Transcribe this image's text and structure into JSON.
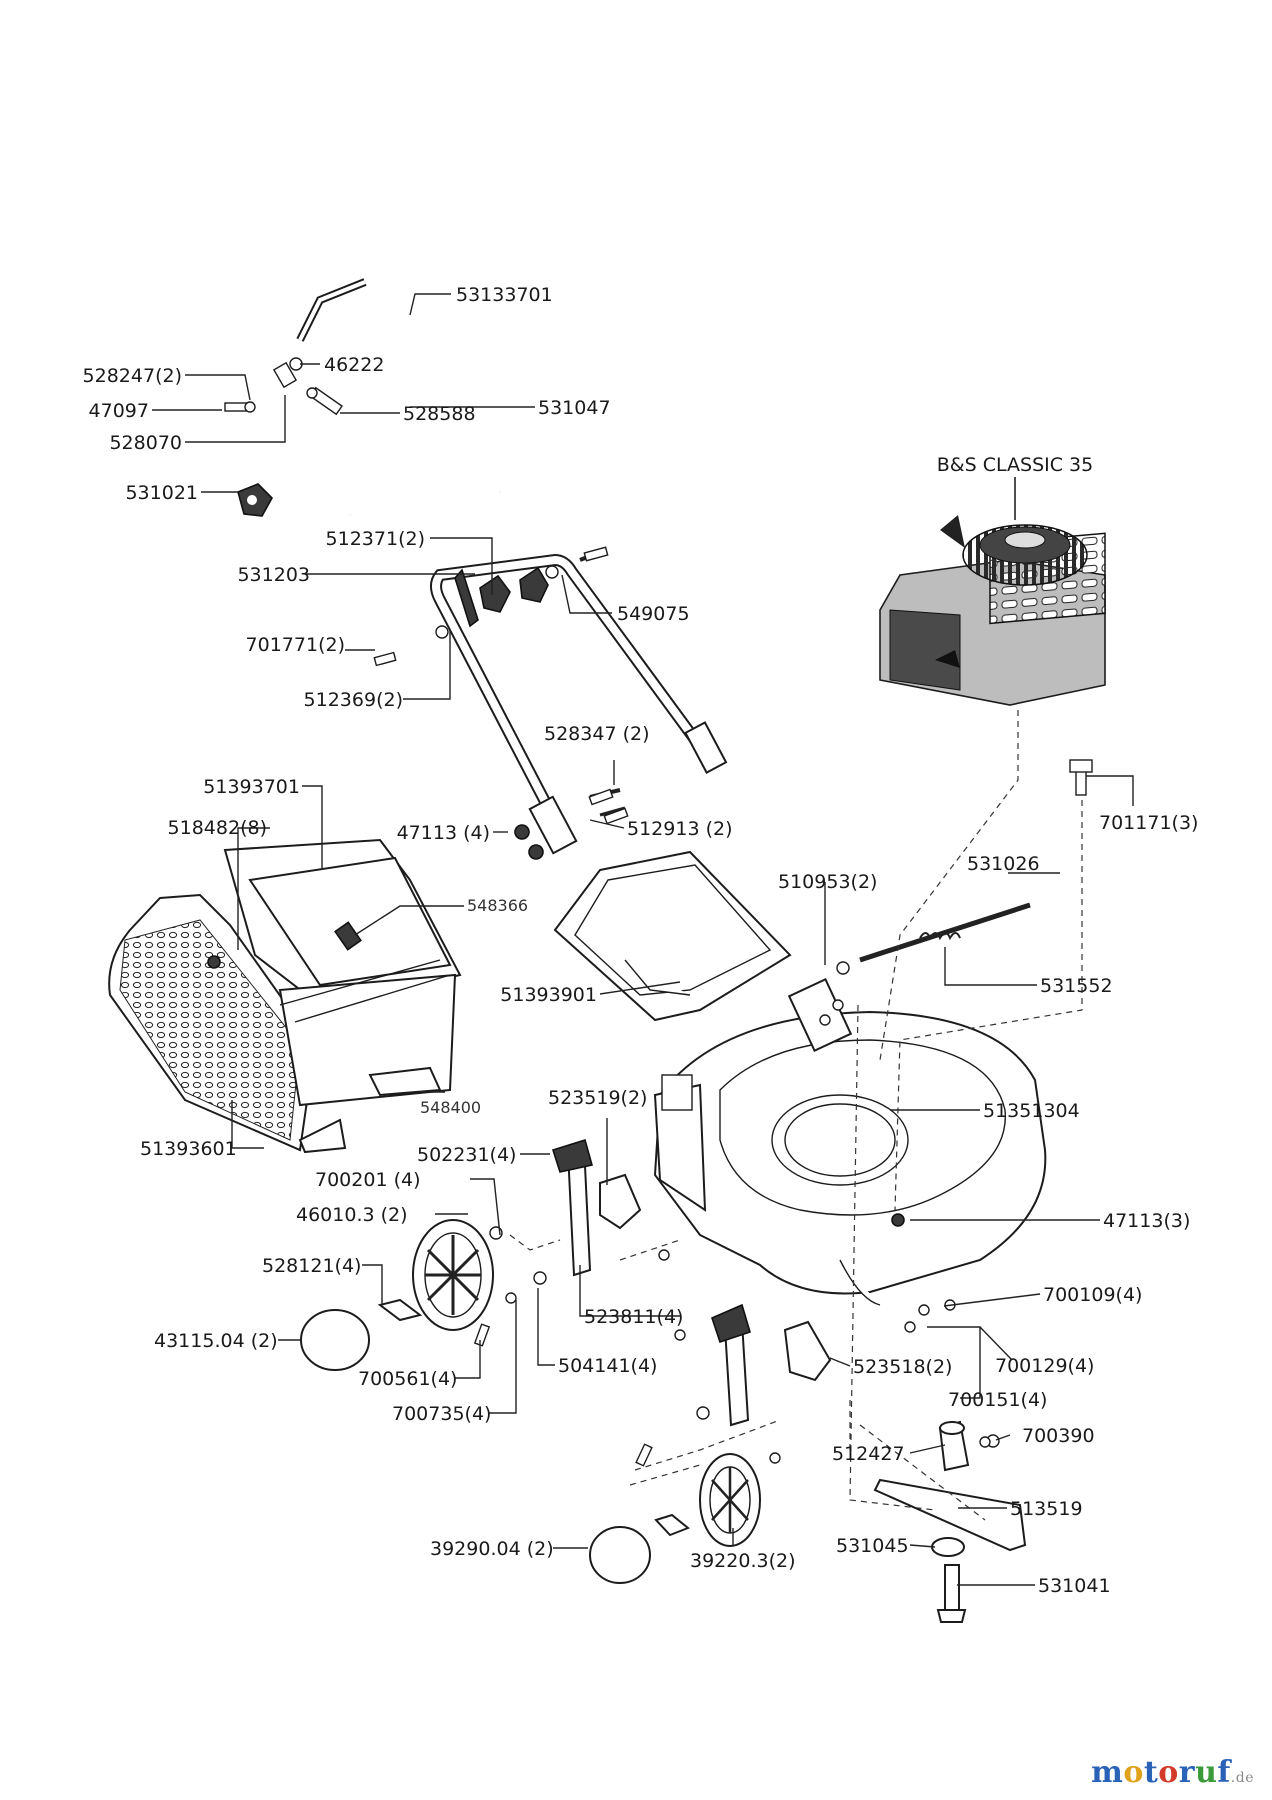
{
  "engine_label": "B&S CLASSIC 35",
  "watermark": {
    "letters": [
      {
        "ch": "m",
        "color": "#2a62b8"
      },
      {
        "ch": "o",
        "color": "#e0a21a"
      },
      {
        "ch": "t",
        "color": "#2a62b8"
      },
      {
        "ch": "o",
        "color": "#d23a2a"
      },
      {
        "ch": "r",
        "color": "#2a62b8"
      },
      {
        "ch": "u",
        "color": "#3a9a3a"
      },
      {
        "ch": "f",
        "color": "#2a62b8"
      }
    ],
    "suffix": ".de"
  },
  "parts": [
    "53133701",
    "528247(2)",
    "46222",
    "47097",
    "528588",
    "531047",
    "528070",
    "531021",
    "512371(2)",
    "531203",
    "549075",
    "701771(2)",
    "512369(2)",
    "528347 (2)",
    "51393701",
    "518482(8)",
    "47113 (4)",
    "512913 (2)",
    "548366",
    "51393901",
    "510953(2)",
    "531026",
    "701171(3)",
    "531552",
    "548400",
    "51393601",
    "523519(2)",
    "502231(4)",
    "51351304",
    "700201 (4)",
    "46010.3 (2)",
    "47113(3)",
    "528121(4)",
    "523811(4)",
    "700109(4)",
    "43115.04 (2)",
    "504141(4)",
    "523518(2)",
    "700129(4)",
    "700561(4)",
    "700151(4)",
    "700735(4)",
    "700390",
    "512427",
    "513519",
    "531045",
    "39290.04 (2)",
    "39220.3(2)",
    "531041"
  ]
}
